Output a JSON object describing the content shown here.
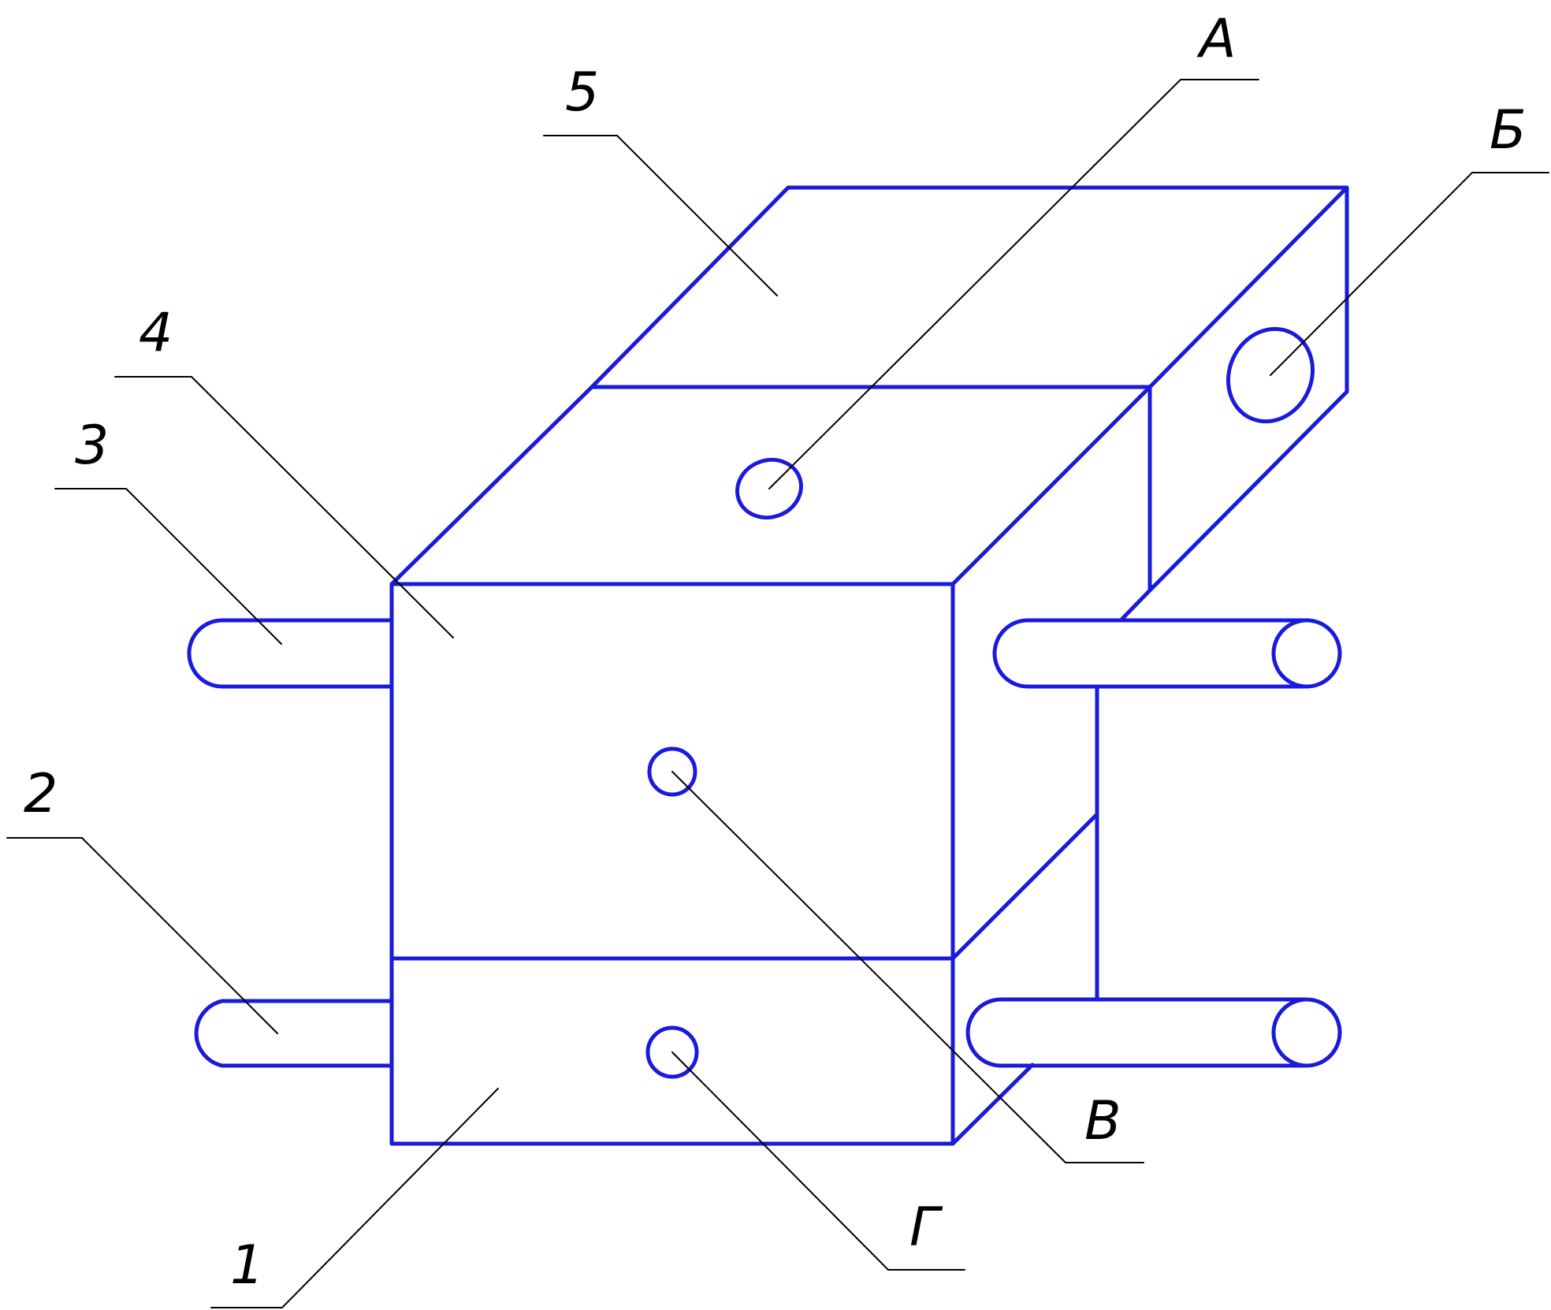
{
  "colors": {
    "body": "#1a1adc",
    "leader": "#000000",
    "text": "#000000",
    "background": "#ffffff"
  },
  "callouts": {
    "part_1": "1",
    "part_2": "2",
    "part_3": "3",
    "part_4": "4",
    "part_5": "5",
    "port_a": "А",
    "port_b": "Б",
    "port_v": "В",
    "port_g": "Г"
  }
}
